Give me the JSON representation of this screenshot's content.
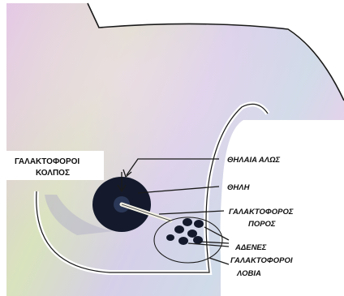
{
  "labels": {
    "lactiferous_sinus": [
      "ΓΑΛΑΚΤΟΦΟΡΟΙ",
      "ΚΟΛΠΟΣ"
    ],
    "areola": "ΘΗΛΑΙΑ ΑΛΩΣ",
    "nipple": "ΘΗΛΗ",
    "lactiferous_duct": [
      "ΓΑΛΑΚΤΟΦΟΡΟΣ",
      "ΠΟΡΟΣ"
    ],
    "glands": [
      "ΑΔΕΝΕΣ",
      "ΓΑΛΑΚΤΟΦΟΡΟΙ",
      "ΛΟΒΙΑ"
    ]
  },
  "colors": {
    "tissue_pink": "#e6bfe2",
    "tissue_green": "#d8e6b5",
    "tissue_lavender": "#d5cde8",
    "tissue_blue": "#c9d9ea",
    "areola_dark": "#141a2c",
    "outline": "#1a1a1a"
  }
}
